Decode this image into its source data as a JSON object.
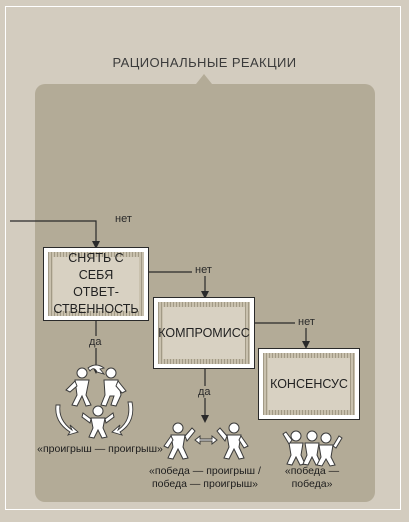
{
  "title": "РАЦИОНАЛЬНЫЕ РЕАКЦИИ",
  "boxes": {
    "responsibility": "СНЯТЬ С СЕБЯ\nОТВЕТ-\nСТВЕННОСТЬ",
    "compromise": "КОМПРОМИСС",
    "consensus": "КОНСЕНСУС"
  },
  "labels": {
    "no_top": "нет",
    "no_middle": "нет",
    "no_right": "нет",
    "yes_left": "да",
    "yes_middle": "да"
  },
  "outcomes": {
    "lose_lose": "«проигрыш — проигрыш»",
    "win_lose": "«победа — проигрыш /\nпобеда — проигрыш»",
    "win_win": "«победа —\nпобеда»"
  },
  "colors": {
    "background": "#d3ccbf",
    "panel": "#b3ab97",
    "box_frame": "#ffffff",
    "line": "#2a2a2a",
    "figure": "#ffffff"
  },
  "icons": [
    "figures-lose-lose-icon",
    "figures-win-lose-icon",
    "figures-win-win-icon"
  ]
}
